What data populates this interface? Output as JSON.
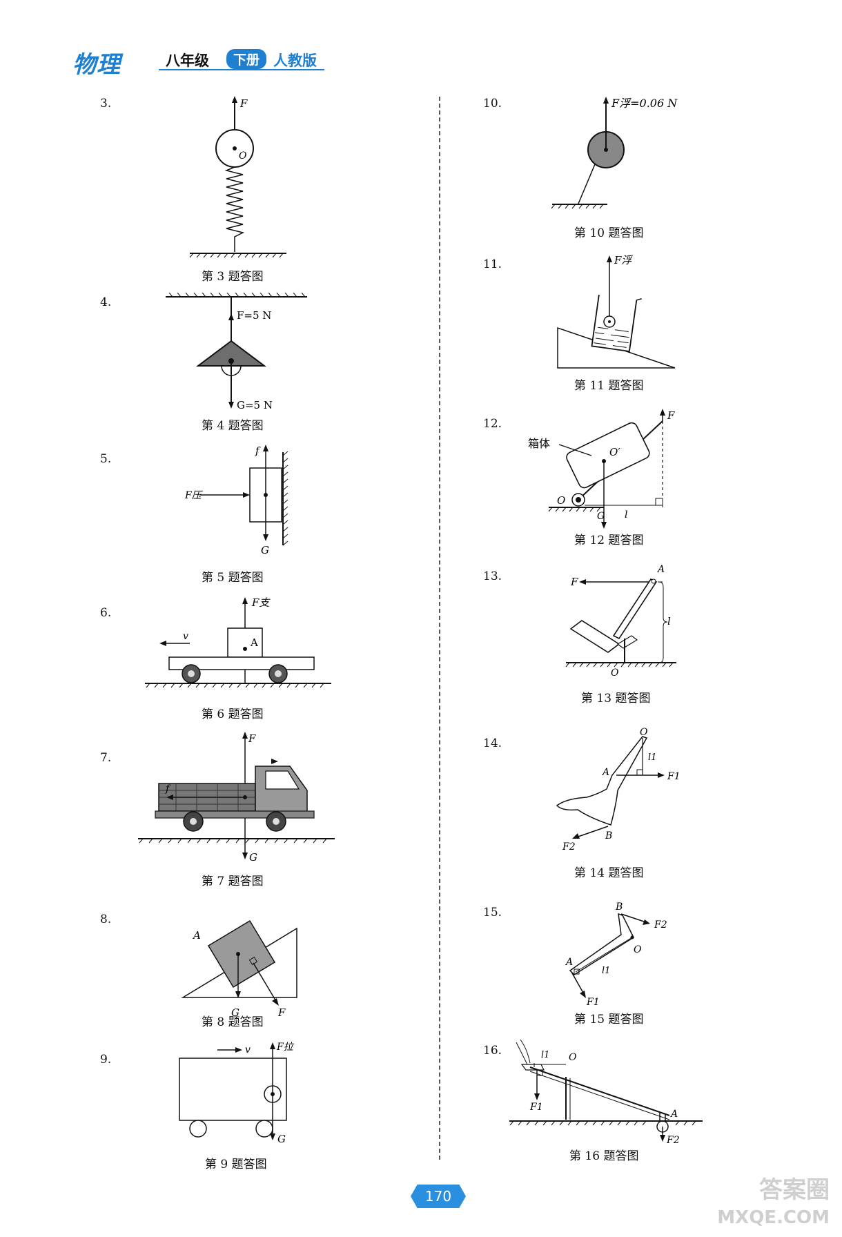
{
  "header": {
    "brand": "物理",
    "grade": "八年级",
    "volume": "下册",
    "edition": "人教版"
  },
  "page_number": "170",
  "watermark": {
    "line1": "答案圈",
    "line2": "MXQE.COM"
  },
  "items": [
    {
      "num": "3.",
      "caption": "第 3 题答图",
      "labels": [
        "F",
        "O"
      ]
    },
    {
      "num": "4.",
      "caption": "第 4 题答图",
      "labels": [
        "F=5 N",
        "G=5 N"
      ]
    },
    {
      "num": "5.",
      "caption": "第 5 题答图",
      "labels": [
        "f",
        "F压",
        "G"
      ]
    },
    {
      "num": "6.",
      "caption": "第 6 题答图",
      "labels": [
        "F支",
        "v",
        "A"
      ]
    },
    {
      "num": "7.",
      "caption": "第 7 题答图",
      "labels": [
        "F",
        "f",
        "G"
      ]
    },
    {
      "num": "8.",
      "caption": "第 8 题答图",
      "labels": [
        "A",
        "G",
        "F"
      ]
    },
    {
      "num": "9.",
      "caption": "第 9 题答图",
      "labels": [
        "v",
        "F拉",
        "G"
      ]
    },
    {
      "num": "10.",
      "caption": "第 10 题答图",
      "labels": [
        "F浮=0.06 N"
      ]
    },
    {
      "num": "11.",
      "caption": "第 11 题答图",
      "labels": [
        "F浮"
      ]
    },
    {
      "num": "12.",
      "caption": "第 12 题答图",
      "labels": [
        "F",
        "箱体",
        "O′",
        "O",
        "G",
        "l"
      ]
    },
    {
      "num": "13.",
      "caption": "第 13 题答图",
      "labels": [
        "F",
        "A",
        "l",
        "O"
      ]
    },
    {
      "num": "14.",
      "caption": "第 14 题答图",
      "labels": [
        "O",
        "l1",
        "A",
        "F1",
        "F2",
        "B"
      ]
    },
    {
      "num": "15.",
      "caption": "第 15 题答图",
      "labels": [
        "B",
        "F2",
        "O",
        "A",
        "l1",
        "F1"
      ]
    },
    {
      "num": "16.",
      "caption": "第 16 题答图",
      "labels": [
        "l1",
        "O",
        "F1",
        "A",
        "F2"
      ]
    }
  ]
}
